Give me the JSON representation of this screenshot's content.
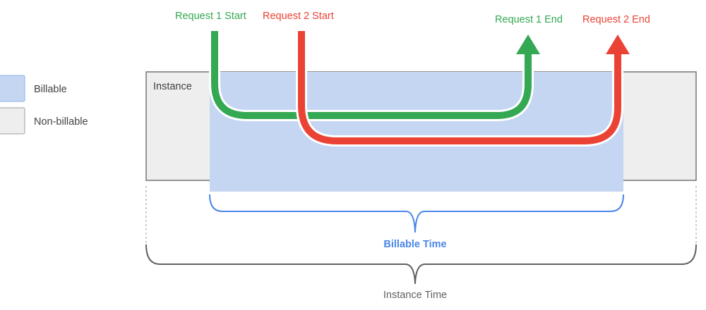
{
  "legend": {
    "items": [
      {
        "label": "Billable",
        "color": "#c5d6f2",
        "border": "#8fb0e6"
      },
      {
        "label": "Non-billable",
        "color": "#eeeeee",
        "border": "#9e9e9e"
      }
    ]
  },
  "instance": {
    "label": "Instance",
    "fill": "#eeeeee",
    "stroke": "#757575"
  },
  "billable_region": {
    "fill": "#c5d6f2"
  },
  "requests": [
    {
      "id": "request-1",
      "start_label": "Request 1 Start",
      "end_label": "Request 1 End",
      "color": "#34a853"
    },
    {
      "id": "request-2",
      "start_label": "Request 2 Start",
      "end_label": "Request 2 End",
      "color": "#ea4335"
    }
  ],
  "billable_time": {
    "label": "Billable Time",
    "color": "#4a86e8"
  },
  "instance_time": {
    "label": "Instance Time",
    "color": "#616161"
  }
}
